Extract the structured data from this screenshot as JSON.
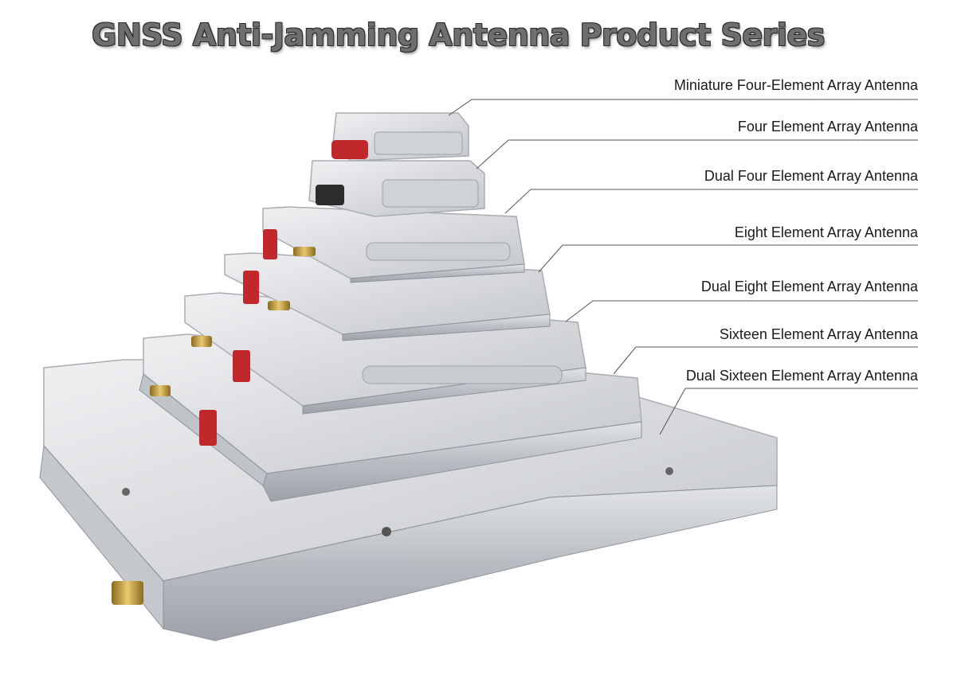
{
  "title": "GNSS Anti-Jamming Antenna Product Series",
  "labels": [
    "Miniature Four-Element Array Antenna",
    "Four Element Array Antenna",
    "Dual Four Element Array Antenna",
    "Eight Element Array Antenna",
    "Dual Eight Element Array Antenna",
    "Sixteen Element Array Antenna",
    "Dual Sixteen Element Array Antenna"
  ],
  "colors": {
    "background": "#ffffff",
    "aluminum": "#d4d6d9",
    "connector_red": "#c0282b",
    "sma_gold": "#c9a24a",
    "leader_line": "#555555"
  }
}
